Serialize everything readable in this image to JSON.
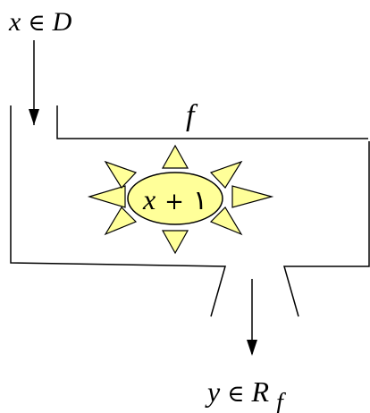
{
  "input_label": {
    "var": "x",
    "rel": "∈",
    "set": "D"
  },
  "function_label": "f",
  "rule": {
    "var": "x",
    "op": "+",
    "const": "١"
  },
  "output_label": {
    "var": "y",
    "rel": "∈",
    "set": "R",
    "set_subscript": "f"
  },
  "colors": {
    "line": "#000000",
    "fill": "#ffff99",
    "stroke": "#000000"
  }
}
